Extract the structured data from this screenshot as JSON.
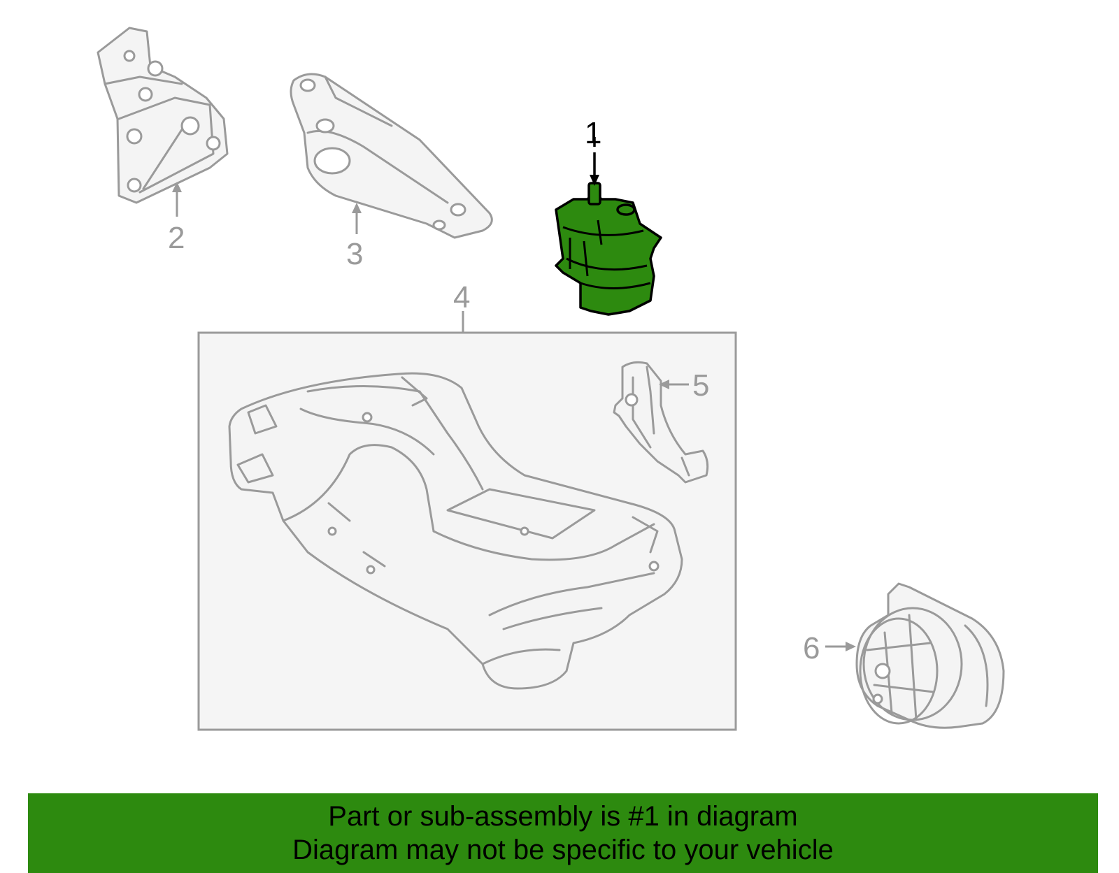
{
  "colors": {
    "highlight": "#2d8a0f",
    "part_outline": "#9a9a9a",
    "banner_bg": "#2d8a0f"
  },
  "callouts": {
    "c1": "1",
    "c2": "2",
    "c3": "3",
    "c4": "4",
    "c5": "5",
    "c6": "6"
  },
  "highlighted_part": "1",
  "banner": {
    "line1": "Part or sub-assembly is #1 in diagram",
    "line2": "Diagram may not be specific to your vehicle"
  }
}
